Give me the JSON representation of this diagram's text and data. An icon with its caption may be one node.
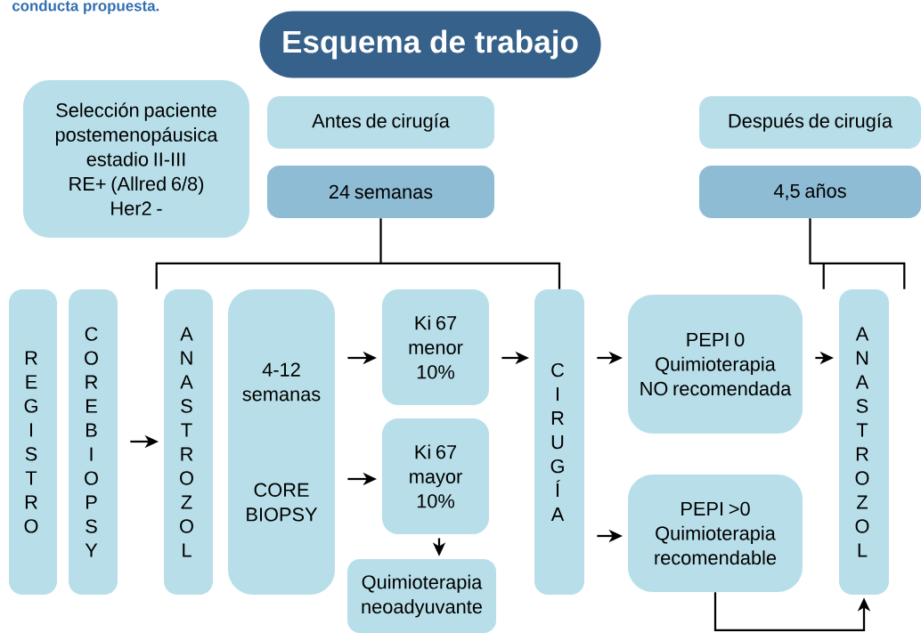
{
  "diagram": {
    "title": "Esquema de trabajo",
    "caption": "conducta propuesta.",
    "nodes": [
      {
        "text": [
          "Selección paciente",
          "postemenopáusica",
          "estadio II-III",
          "RE+ (Allred 6/8)",
          "Her2 -"
        ]
      },
      {
        "text": [
          "Antes de cirugía"
        ]
      },
      {
        "text": [
          "24 semanas"
        ]
      },
      {
        "text": [
          "Después de cirugía"
        ]
      },
      {
        "text": [
          "4,5 años"
        ]
      },
      {
        "text": [
          "REGISTRO"
        ]
      },
      {
        "text": [
          "CORE BIOPSY"
        ]
      },
      {
        "text": [
          "ANASTROZOL"
        ]
      },
      {
        "text": [
          "4-12 semanas",
          "CORE BIOPSY"
        ]
      },
      {
        "text": [
          "Ki 67 menor 10%"
        ]
      },
      {
        "text": [
          "Ki 67 mayor 10%"
        ]
      },
      {
        "text": [
          "Quimioterapia neoadyuvante"
        ]
      },
      {
        "text": [
          "CIRUGÍA"
        ]
      },
      {
        "text": [
          "PEPI 0 Quimioterapia NO recomendada"
        ]
      },
      {
        "text": [
          "PEPI >0 Quimioterapia recomendable"
        ]
      },
      {
        "text": [
          "ANASTROZOL"
        ]
      }
    ],
    "edges": [
      {
        "from": 2,
        "to": 7,
        "arrow": "none"
      },
      {
        "from": 2,
        "to": 12,
        "arrow": "none"
      },
      {
        "from": 4,
        "to": 15,
        "arrow": "none"
      },
      {
        "from": 6,
        "to": 7,
        "arrow": "to"
      },
      {
        "from": 8,
        "to": 9,
        "arrow": "to"
      },
      {
        "from": 8,
        "to": 10,
        "arrow": "to"
      },
      {
        "from": 10,
        "to": 11,
        "arrow": "to"
      },
      {
        "from": 9,
        "to": 12,
        "arrow": "to"
      },
      {
        "from": 12,
        "to": 13,
        "arrow": "to"
      },
      {
        "from": 12,
        "to": 14,
        "arrow": "to"
      },
      {
        "from": 13,
        "to": 15,
        "arrow": "to"
      },
      {
        "from": 14,
        "to": 15,
        "arrow": "to"
      }
    ]
  }
}
